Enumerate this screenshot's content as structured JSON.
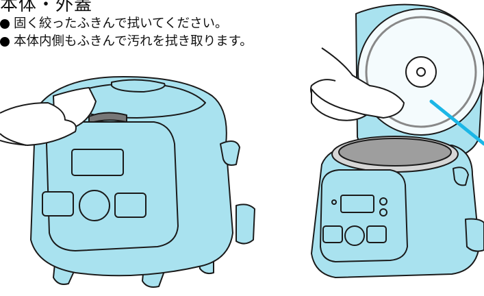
{
  "heading": "本体・外蓋",
  "instructions": [
    "固く絞ったふきんで拭いてください。",
    "本体内側もふきんで汚れを拭き取ります。"
  ],
  "colors": {
    "body_fill": "#a9e2ef",
    "line": "#1a1a1a",
    "accent_arrow": "#1bb6e6",
    "cloth": "#ffffff"
  }
}
